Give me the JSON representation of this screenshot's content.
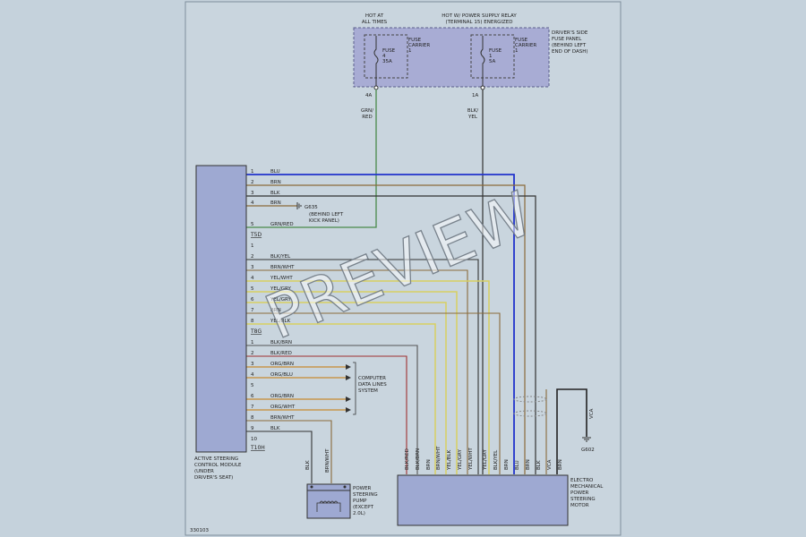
{
  "supply": {
    "hot_at_all_times": [
      "HOT AT",
      "ALL TIMES"
    ],
    "hot_relay": [
      "HOT W/ POWER SUPPLY RELAY",
      "(TERMINAL 15) ENERGIZED"
    ],
    "fuse_panel": [
      "DRIVER'S SIDE",
      "FUSE PANEL",
      "(BEHIND LEFT",
      "END OF DASH)"
    ],
    "fuse_a": [
      "FUSE",
      "4",
      "35A"
    ],
    "fuse_b": [
      "FUSE",
      "1",
      "5A"
    ],
    "carrier_a": [
      "FUSE",
      "CARRIER",
      "1"
    ],
    "carrier_b": [
      "FUSE",
      "CARRIER",
      "1"
    ],
    "terminal_a": "4A",
    "terminal_b": "1A",
    "wire_a": [
      "GRN/",
      "RED"
    ],
    "wire_b": [
      "BLK/",
      "YEL"
    ]
  },
  "module": {
    "label": [
      "ACTIVE STEERING",
      "CONTROL MODULE",
      "(UNDER",
      "DRIVER'S SEAT)"
    ],
    "connectors": [
      "T5D",
      "T8G",
      "T10H"
    ],
    "group1": [
      {
        "pin": "1",
        "wire": "BLU"
      },
      {
        "pin": "2",
        "wire": "BRN"
      },
      {
        "pin": "3",
        "wire": "BLK"
      },
      {
        "pin": "4",
        "wire": "BRN"
      },
      {
        "pin": "5",
        "wire": "GRN/RED"
      }
    ],
    "group2": [
      {
        "pin": "1",
        "wire": ""
      },
      {
        "pin": "2",
        "wire": "BLK/YEL"
      },
      {
        "pin": "3",
        "wire": "BRN/WHT"
      },
      {
        "pin": "4",
        "wire": "YEL/WHT"
      },
      {
        "pin": "5",
        "wire": "YEL/GRY"
      },
      {
        "pin": "6",
        "wire": "YEL/GRY"
      },
      {
        "pin": "7",
        "wire": "BRN"
      },
      {
        "pin": "8",
        "wire": "YEL/BLK"
      }
    ],
    "group3": [
      {
        "pin": "1",
        "wire": "BLK/BRN"
      },
      {
        "pin": "2",
        "wire": "BLK/RED"
      },
      {
        "pin": "3",
        "wire": "ORG/BRN"
      },
      {
        "pin": "4",
        "wire": "ORG/BLU"
      },
      {
        "pin": "5",
        "wire": ""
      },
      {
        "pin": "6",
        "wire": "ORG/BRN"
      },
      {
        "pin": "7",
        "wire": "ORG/WHT"
      },
      {
        "pin": "8",
        "wire": "BRN/WHT"
      },
      {
        "pin": "9",
        "wire": "BLK"
      },
      {
        "pin": "10",
        "wire": ""
      }
    ]
  },
  "ground1": {
    "id": "G635",
    "desc": [
      "(BEHIND LEFT",
      "KICK PANEL)"
    ]
  },
  "ground2": {
    "id": "G602",
    "wire": "VCA"
  },
  "data_lines": [
    "COMPUTER",
    "DATA LINES",
    "SYSTEM"
  ],
  "pump": {
    "label": [
      "POWER",
      "STEERING",
      "PUMP",
      "(EXCEPT",
      "2.0L)"
    ],
    "wires": [
      "BLK",
      "BRN/WHT"
    ]
  },
  "motor": {
    "label": [
      "ELECTRO",
      "MECHANICAL",
      "POWER",
      "STEERING",
      "MOTOR"
    ],
    "wires": [
      "BLK/RED",
      "BLK/BRN",
      "BRN",
      "BRN/WHT",
      "YEL/BLK",
      "YEL/GRY",
      "YEL/WHT",
      "YEL/GRY",
      "BLK/YEL",
      "BRN",
      "BLU",
      "BRN",
      "BLK",
      "VCA",
      "BRN"
    ]
  },
  "figure_id": "330103",
  "watermark": "PREVIEW",
  "colors": {
    "background": "#c5d2dc",
    "component_fill": "#9ea9d2",
    "dashed_panel": "#a8acd4",
    "blue_wire": "#2233cc",
    "yellow_wire": "#d8d060",
    "brown_wire": "#8a6a3a",
    "orange_wire": "#c88a30",
    "red_wire": "#a03030"
  }
}
